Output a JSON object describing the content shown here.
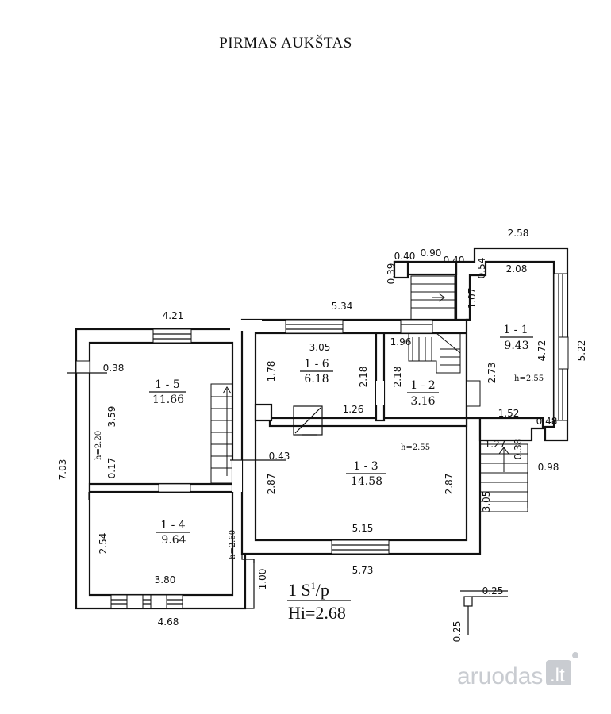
{
  "title": "PIRMAS AUKŠTAS",
  "rooms": [
    {
      "id": "1-1",
      "label": "1 - 1",
      "area": "9.43"
    },
    {
      "id": "1-2",
      "label": "1 - 2",
      "area": "3.16"
    },
    {
      "id": "1-3",
      "label": "1 - 3",
      "area": "14.58"
    },
    {
      "id": "1-4",
      "label": "1 - 4",
      "area": "9.64"
    },
    {
      "id": "1-5",
      "label": "1 - 5",
      "area": "11.66"
    },
    {
      "id": "1-6",
      "label": "1 - 6",
      "area": "6.18"
    }
  ],
  "heights": {
    "h_1_1": "h=2.55",
    "h_1_3": "h=2.55",
    "h_1_4": "h=2.60",
    "h_1_5": "h=2.20"
  },
  "dimensions": {
    "d_2_58": "2.58",
    "d_0_40a": "0.40",
    "d_0_90": "0.90",
    "d_0_40b": "0.40",
    "d_0_39": "0.39",
    "d_0_54": "0.54",
    "d_2_08": "2.08",
    "d_1_07": "1.07",
    "d_4_72": "4.72",
    "d_5_22": "5.22",
    "d_2_73": "2.73",
    "d_1_52": "1.52",
    "d_0_48": "0.48",
    "d_1_27": "1.27",
    "d_0_38b": "0.38",
    "d_0_98": "0.98",
    "d_3_05b": "3.05",
    "d_5_34": "5.34",
    "d_3_05a": "3.05",
    "d_1_96": "1.96",
    "d_1_78": "1.78",
    "d_2_18a": "2.18",
    "d_2_18b": "2.18",
    "d_1_26": "1.26",
    "d_4_21": "4.21",
    "d_0_38a": "0.38",
    "d_3_59": "3.59",
    "d_0_17": "0.17",
    "d_7_03": "7.03",
    "d_0_43": "0.43",
    "d_2_87a": "2.87",
    "d_2_87b": "2.87",
    "d_5_15": "5.15",
    "d_5_73": "5.73",
    "d_1_00": "1.00",
    "d_2_54": "2.54",
    "d_3_80": "3.80",
    "d_4_68": "4.68",
    "d_0_25a": "0.25",
    "d_0_25b": "0.25"
  },
  "stamp": {
    "line1_main": "1 S",
    "line1_sup": "1",
    "line1_end": "/p",
    "line2": "Hi=2.68"
  },
  "watermark": {
    "text": "aruodas",
    "tld": ".lt"
  }
}
